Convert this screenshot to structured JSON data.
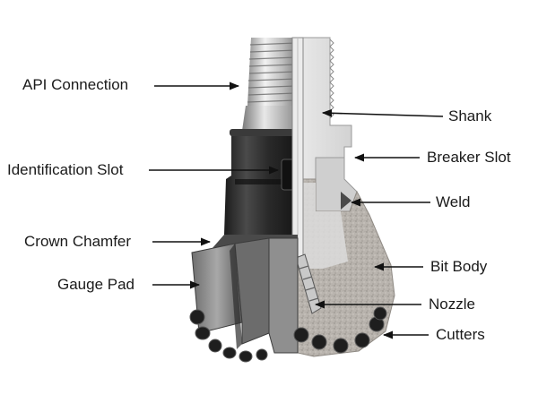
{
  "diagram": {
    "labels": {
      "api_connection": "API Connection",
      "identification_slot": "Identification Slot",
      "crown_chamfer": "Crown Chamfer",
      "gauge_pad": "Gauge Pad",
      "shank": "Shank",
      "breaker_slot": "Breaker Slot",
      "weld": "Weld",
      "bit_body": "Bit Body",
      "nozzle": "Nozzle",
      "cutters": "Cutters"
    },
    "colors": {
      "steel_light": "#d9d9d9",
      "steel_dark": "#2b2b2b",
      "body_grey": "#9b9b9b",
      "matrix": "#b8b3ad",
      "cutter": "#1e1e1e"
    }
  }
}
